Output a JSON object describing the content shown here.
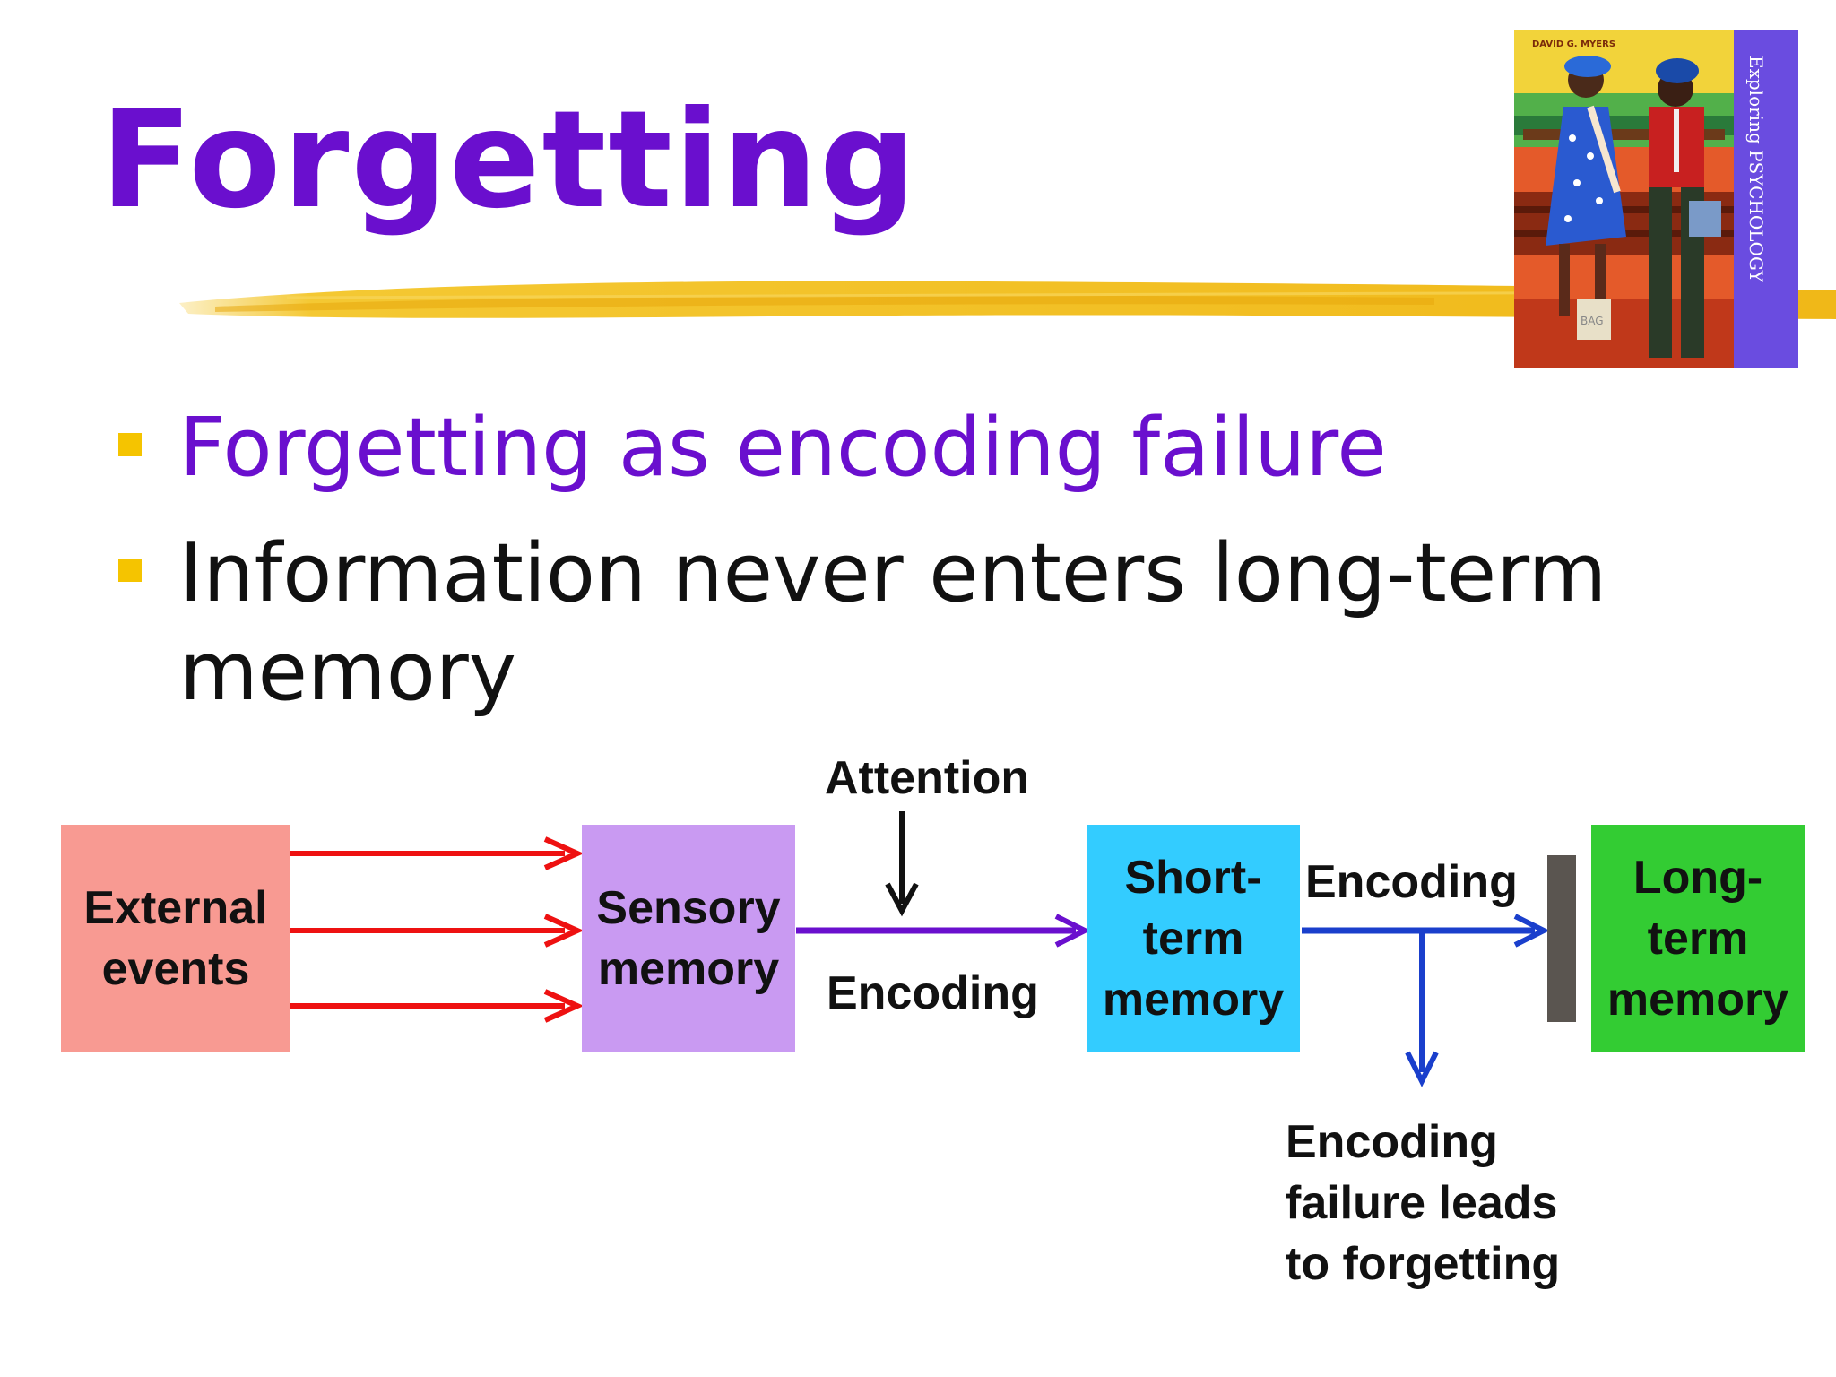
{
  "slide": {
    "title": "Forgetting",
    "bullets": [
      {
        "text": "Forgetting as encoding failure",
        "color": "#6a0fce"
      },
      {
        "text": "Information never enters long-term memory",
        "line1": "Information never enters long-term",
        "line2": "memory",
        "color": "#111111"
      }
    ],
    "book_cover": {
      "author": "DAVID G. MYERS",
      "title": "Exploring PSYCHOLOGY",
      "bag_label": "BAG"
    }
  },
  "diagram": {
    "boxes": [
      {
        "id": "external",
        "label": "External events",
        "color": "#f89a92"
      },
      {
        "id": "sensory",
        "label": "Sensory memory",
        "color": "#c99af2"
      },
      {
        "id": "short_term",
        "label": "Short- term memory",
        "color": "#33ccff"
      },
      {
        "id": "long_term",
        "label": "Long- term memory",
        "color": "#33cc33"
      }
    ],
    "labels": {
      "attention": "Attention",
      "encoding_1": "Encoding",
      "encoding_2": "Encoding",
      "failure": "Encoding failure leads to forgetting"
    },
    "colors": {
      "red_arrow": "#ee1111",
      "purple_arrow": "#6a0fce",
      "blue_arrow": "#1a3fcc",
      "barrier": "#5a5550",
      "accent": "#f5c400"
    }
  }
}
